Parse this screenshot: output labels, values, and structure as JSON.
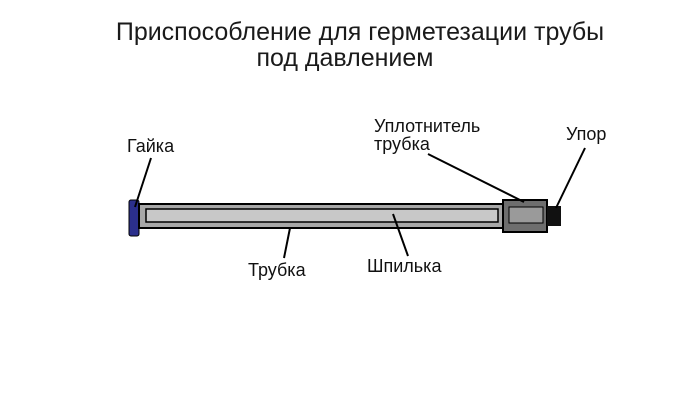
{
  "title": {
    "line1": "Приспособление для герметезации трубы",
    "line2": "под давлением"
  },
  "labels": {
    "nut": "Гайка",
    "seal_line1": "Уплотнитель",
    "seal_line2": "трубка",
    "stop": "Упор",
    "tube": "Трубка",
    "stud": "Шпилька"
  },
  "colors": {
    "nut": "#2b2f8c",
    "tube": "#a8a8a8",
    "stud": "#c8c8c8",
    "seal": "#6e6e6e",
    "stop": "#111111",
    "line": "#000000"
  }
}
